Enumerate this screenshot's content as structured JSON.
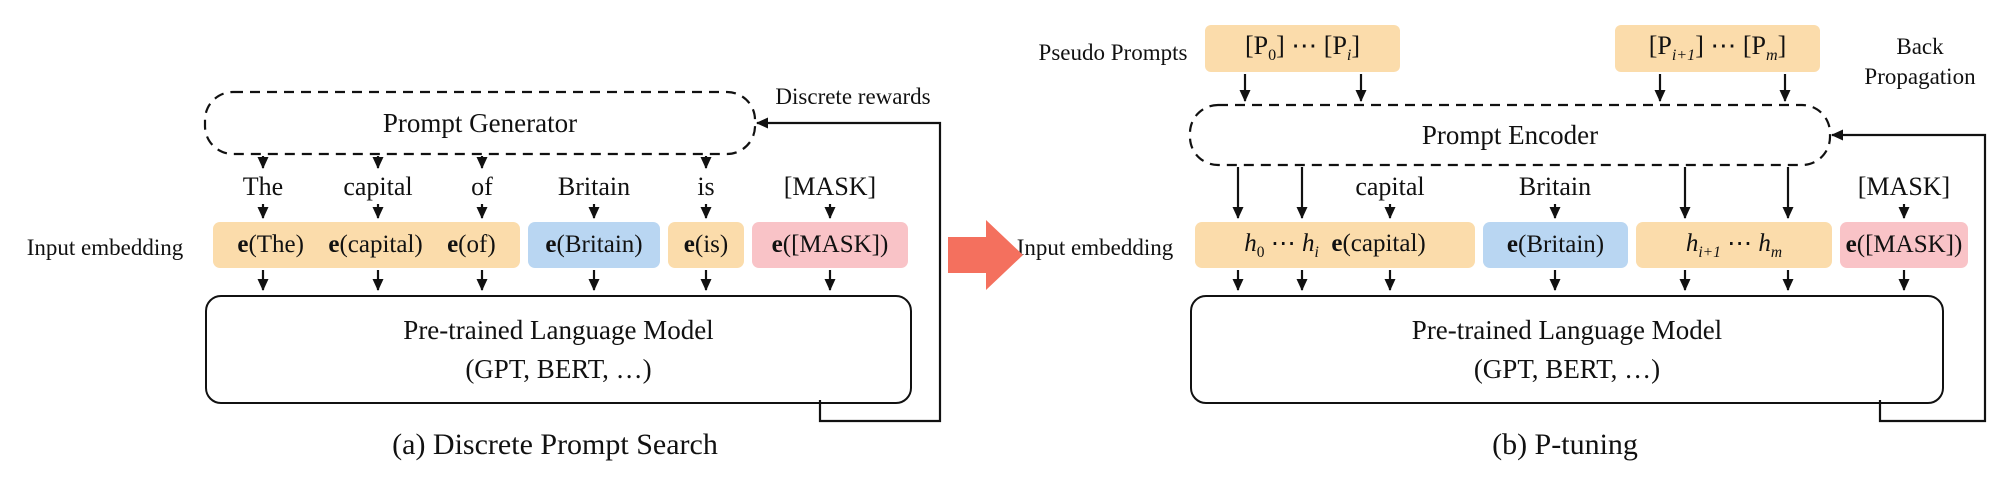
{
  "colors": {
    "orange": "#fbdcab",
    "blue": "#b9d6f2",
    "pink": "#f9c3c7",
    "transition_arrow": "#f4705e"
  },
  "panel_a": {
    "caption": "(a) Discrete Prompt Search",
    "generator_label": "Prompt Generator",
    "reward_label": "Discrete rewards",
    "input_embedding_label": "Input embedding",
    "tokens": [
      "The",
      "capital",
      "of",
      "Britain",
      "is",
      "[MASK]"
    ],
    "embeddings": {
      "the": [
        {
          "t": "e",
          "b": 1
        },
        {
          "t": "(The)"
        }
      ],
      "capital": [
        {
          "t": "e",
          "b": 1
        },
        {
          "t": "(capital)"
        }
      ],
      "of": [
        {
          "t": "e",
          "b": 1
        },
        {
          "t": "(of)"
        }
      ],
      "britain": [
        {
          "t": "e",
          "b": 1
        },
        {
          "t": "(Britain)"
        }
      ],
      "is": [
        {
          "t": "e",
          "b": 1
        },
        {
          "t": "(is)"
        }
      ],
      "mask": [
        {
          "t": "e",
          "b": 1
        },
        {
          "t": "([MASK])"
        }
      ]
    },
    "lm_line1": "Pre-trained Language Model",
    "lm_line2": "(GPT, BERT, …)"
  },
  "panel_b": {
    "caption": "(b) P-tuning",
    "pseudo_prompts_label": "Pseudo Prompts",
    "encoder_label": "Prompt Encoder",
    "backprop_line1": "Back",
    "backprop_line2": "Propagation",
    "input_embedding_label": "Input embedding",
    "pseudo_left": [
      {
        "t": "[P"
      },
      {
        "s": "0"
      },
      {
        "t": "] ⋯ [P"
      },
      {
        "s": "i",
        "i": 1
      },
      {
        "t": "]"
      }
    ],
    "pseudo_right": [
      {
        "t": "[P"
      },
      {
        "s": "i+1",
        "i": 1
      },
      {
        "t": "] ⋯ [P"
      },
      {
        "s": "m",
        "i": 1
      },
      {
        "t": "]"
      }
    ],
    "tokens": [
      "capital",
      "Britain",
      "[MASK]"
    ],
    "embeddings": {
      "h_left": [
        {
          "t": "h",
          "i": 1
        },
        {
          "s": "0"
        },
        {
          "t": " ⋯ "
        },
        {
          "t": "h",
          "i": 1
        },
        {
          "s": "i",
          "i": 1
        },
        {
          "t": "  "
        },
        {
          "t": "e",
          "b": 1
        },
        {
          "t": "(capital)"
        }
      ],
      "britain": [
        {
          "t": "e",
          "b": 1
        },
        {
          "t": "(Britain)"
        }
      ],
      "h_right": [
        {
          "t": "h",
          "i": 1
        },
        {
          "s": "i+1",
          "i": 1
        },
        {
          "t": " ⋯ "
        },
        {
          "t": "h",
          "i": 1
        },
        {
          "s": "m",
          "i": 1
        }
      ],
      "mask": [
        {
          "t": "e",
          "b": 1
        },
        {
          "t": "([MASK])"
        }
      ]
    },
    "lm_line1": "Pre-trained Language Model",
    "lm_line2": "(GPT, BERT, …)"
  }
}
